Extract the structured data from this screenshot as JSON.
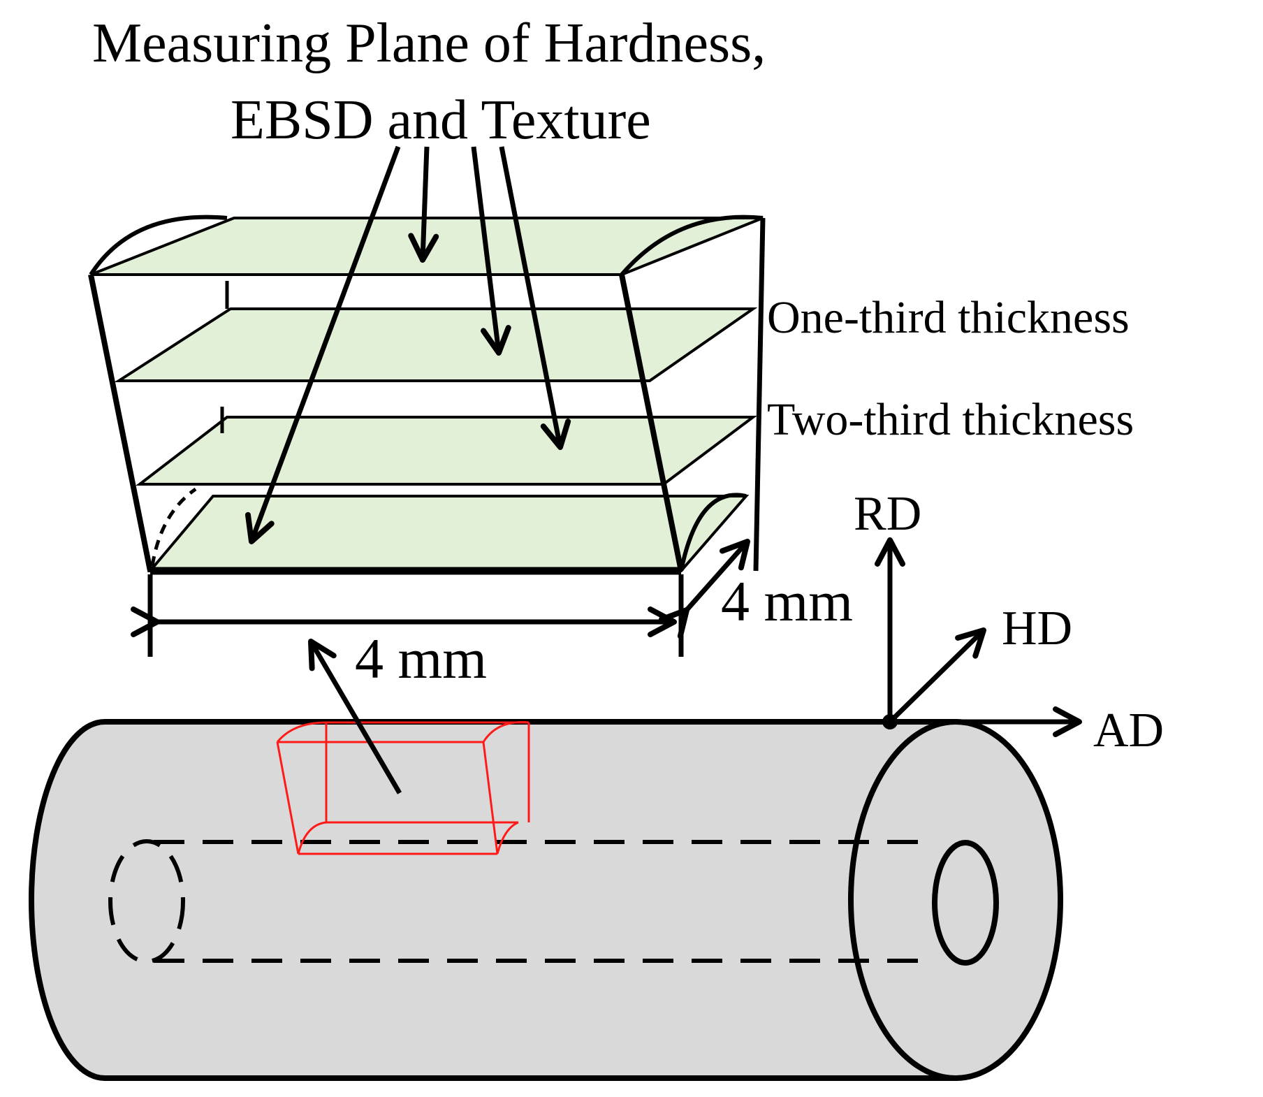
{
  "title": {
    "line1": "Measuring Plane of Hardness,",
    "line2": "EBSD and Texture"
  },
  "plane_labels": {
    "one_third": "One-third thickness",
    "two_third": "Two-third thickness"
  },
  "dimensions": {
    "width": "4 mm",
    "depth": "4 mm"
  },
  "axes": {
    "rd": "RD",
    "hd": "HD",
    "ad": "AD"
  },
  "colors": {
    "plane_fill": "#e3f0d8",
    "tube_fill": "#d9d9d9",
    "sample_outline": "#ff1a1a",
    "stroke": "#000000"
  }
}
